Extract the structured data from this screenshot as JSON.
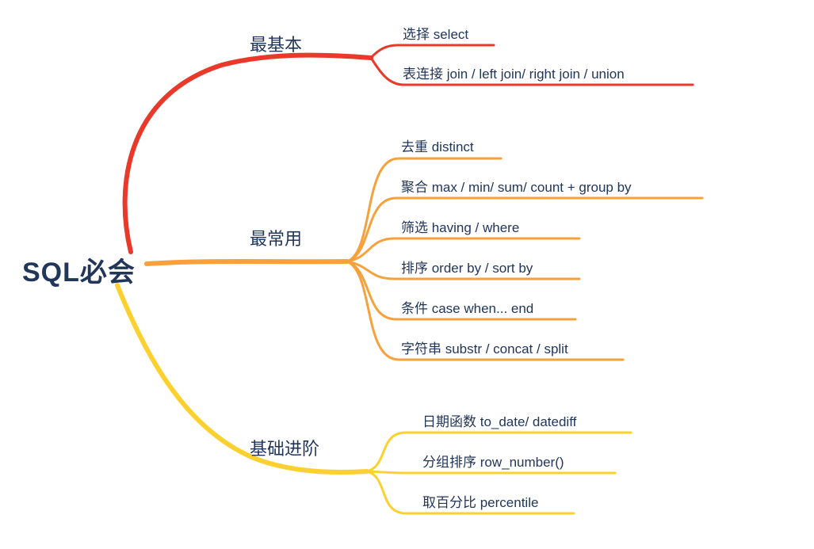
{
  "root": {
    "label": "SQL必会"
  },
  "theme": {
    "background": "#ffffff",
    "text_color": "#22365a",
    "red": "#e8392b",
    "orange": "#f6a13c",
    "yellow": "#fcd12f"
  },
  "branches": [
    {
      "label": "最基本",
      "color": "#e8392b",
      "children": [
        {
          "label": "选择 select"
        },
        {
          "label": "表连接 join / left join/ right join / union"
        }
      ]
    },
    {
      "label": "最常用",
      "color": "#f6a13c",
      "children": [
        {
          "label": "去重 distinct"
        },
        {
          "label": "聚合 max / min/ sum/ count + group by"
        },
        {
          "label": "筛选 having / where"
        },
        {
          "label": "排序 order by / sort by"
        },
        {
          "label": "条件 case when... end"
        },
        {
          "label": "字符串 substr / concat / split"
        }
      ]
    },
    {
      "label": "基础进阶",
      "color": "#fcd12f",
      "children": [
        {
          "label": "日期函数 to_date/ datediff"
        },
        {
          "label": "分组排序 row_number()"
        },
        {
          "label": "取百分比 percentile"
        }
      ]
    }
  ]
}
